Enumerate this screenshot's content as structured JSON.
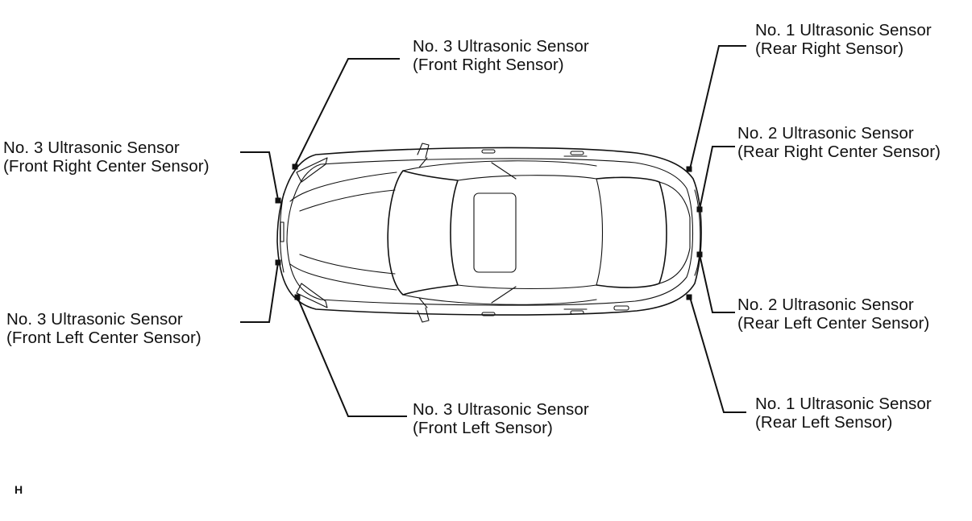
{
  "labels": {
    "front_right": {
      "line1": "No. 3 Ultrasonic Sensor",
      "line2": "(Front Right Sensor)"
    },
    "front_right_center": {
      "line1": "No. 3 Ultrasonic Sensor",
      "line2": "(Front Right Center Sensor)"
    },
    "front_left_center": {
      "line1": "No. 3 Ultrasonic Sensor",
      "line2": "(Front Left Center Sensor)"
    },
    "front_left": {
      "line1": "No. 3 Ultrasonic Sensor",
      "line2": "(Front Left Sensor)"
    },
    "rear_right": {
      "line1": "No. 1 Ultrasonic Sensor",
      "line2": "(Rear Right Sensor)"
    },
    "rear_right_center": {
      "line1": "No. 2 Ultrasonic Sensor",
      "line2": "(Rear Right Center Sensor)"
    },
    "rear_left_center": {
      "line1": "No. 2 Ultrasonic Sensor",
      "line2": "(Rear Left Center Sensor)"
    },
    "rear_left": {
      "line1": "No. 1 Ultrasonic Sensor",
      "line2": "(Rear Left Sensor)"
    }
  },
  "figure_code": "H"
}
